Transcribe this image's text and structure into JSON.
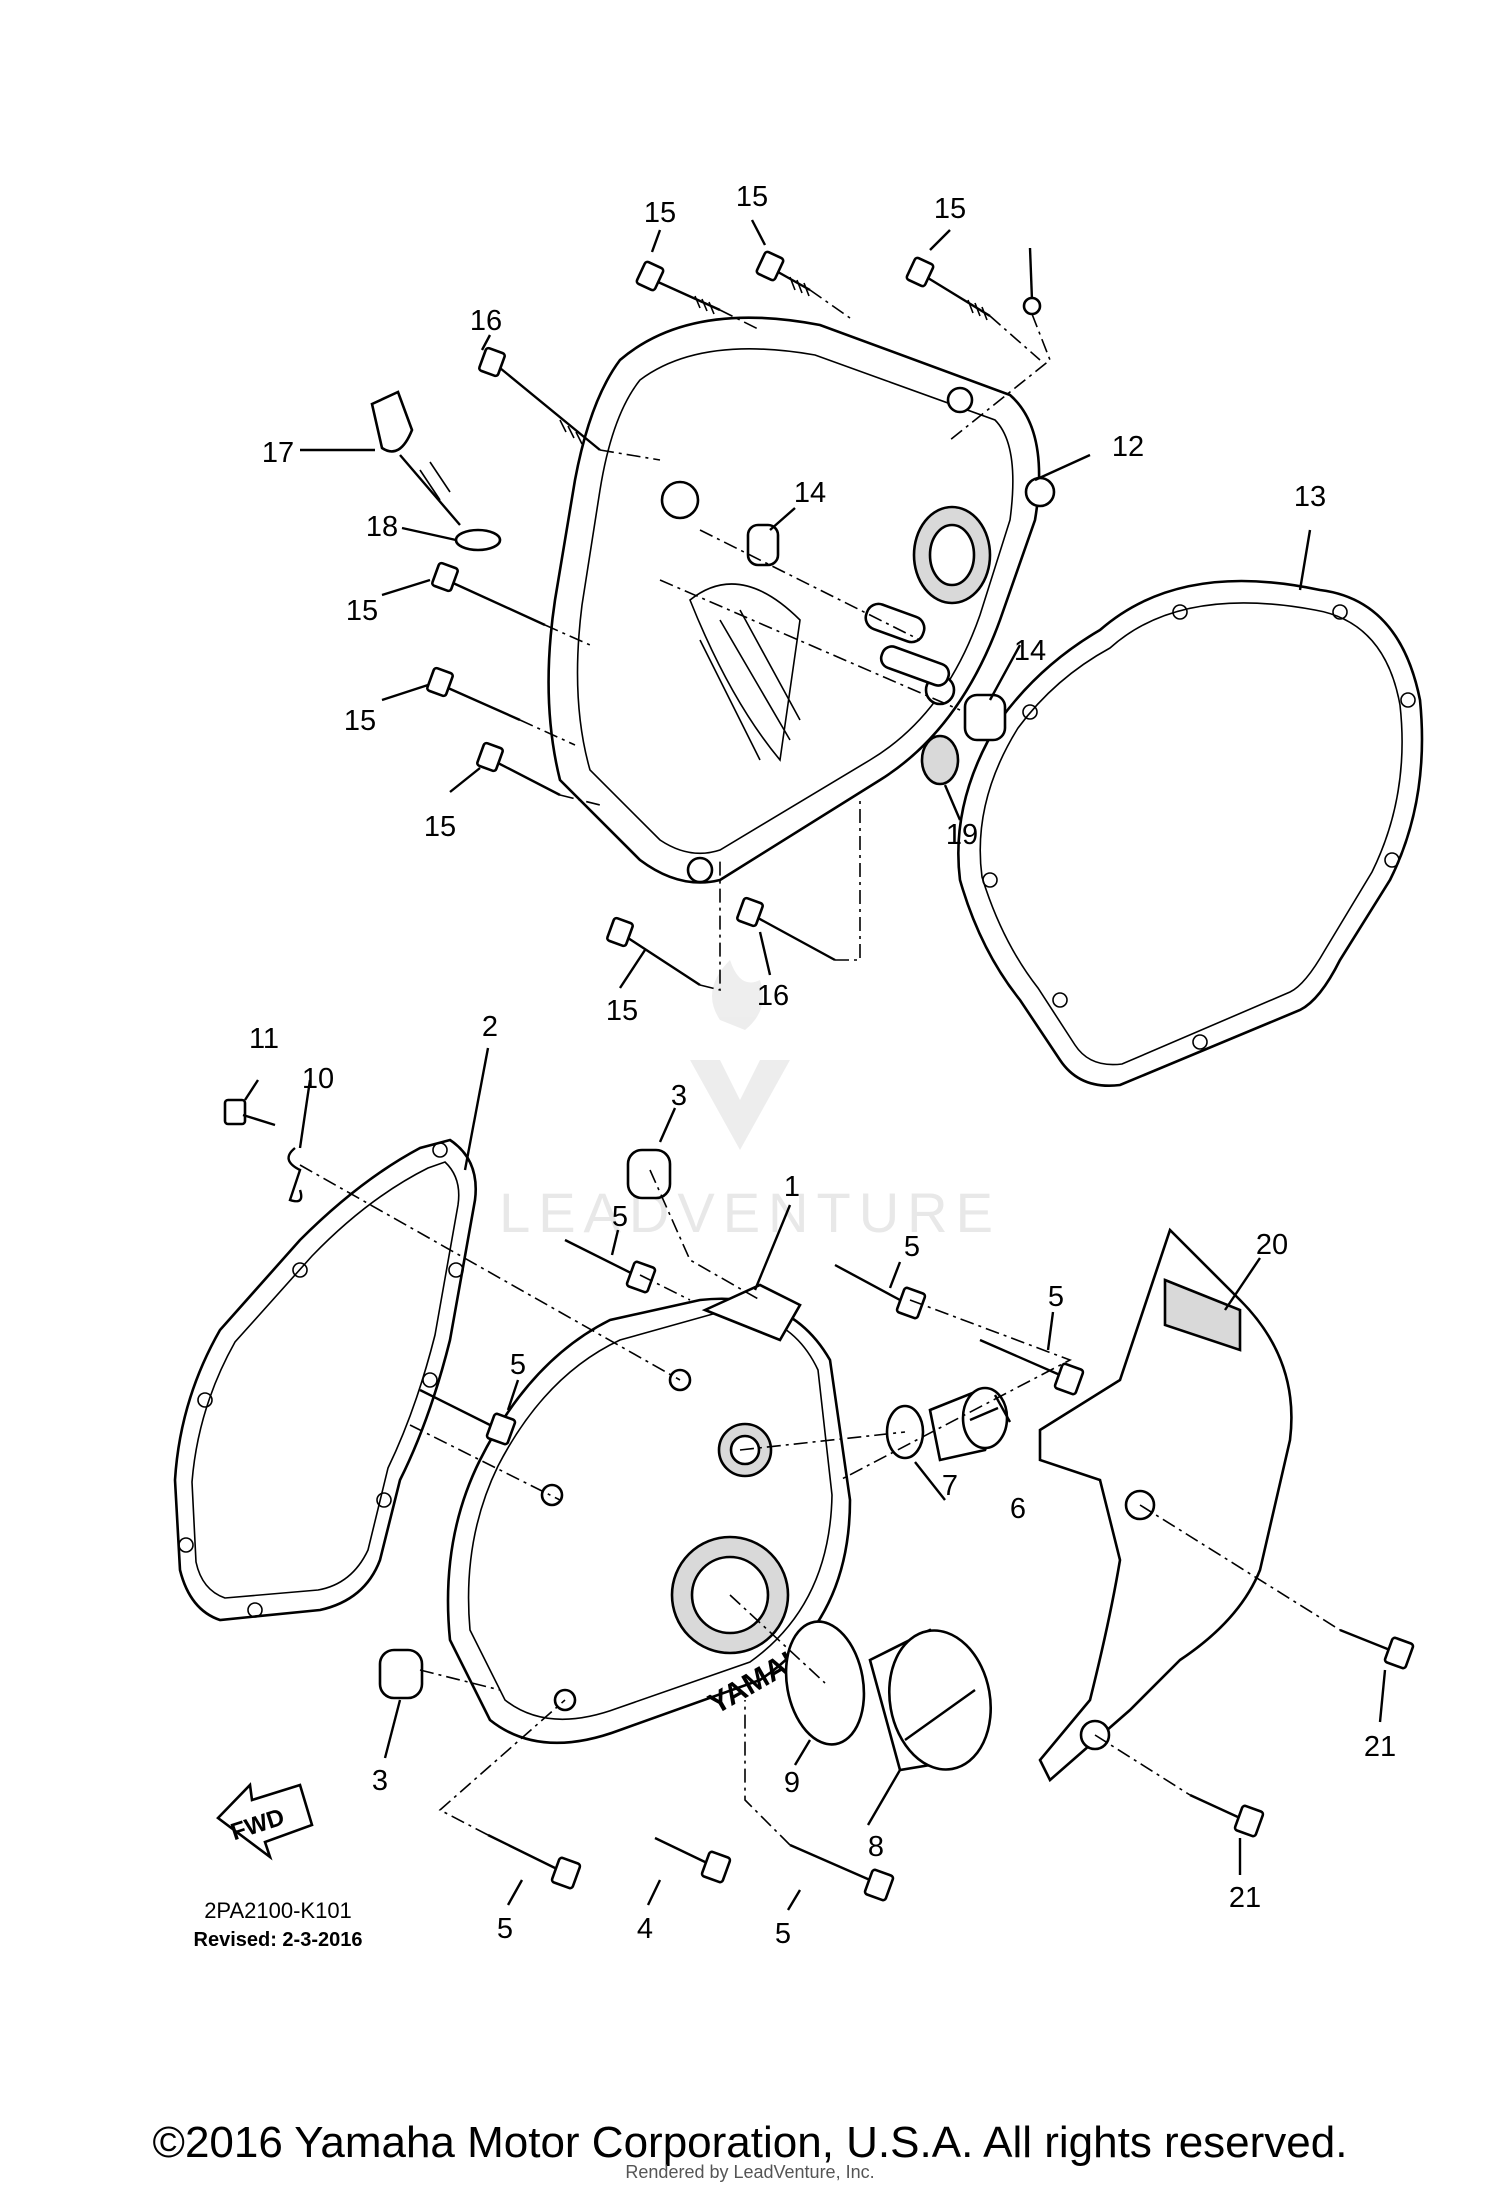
{
  "diagram": {
    "code": "2PA2100-K101",
    "revised": "Revised: 2-3-2016",
    "fwd_label": "FWD",
    "cover_brand": "YAMAHA",
    "watermark": "LEADVENTURE"
  },
  "callouts": {
    "c1": "1",
    "c2": "2",
    "c3a": "3",
    "c3b": "3",
    "c4": "4",
    "c5a": "5",
    "c5b": "5",
    "c5c": "5",
    "c5d": "5",
    "c5e": "5",
    "c5f": "5",
    "c6": "6",
    "c7": "7",
    "c8": "8",
    "c9": "9",
    "c10": "10",
    "c11": "11",
    "c12": "12",
    "c13": "13",
    "c14a": "14",
    "c14b": "14",
    "c15a": "15",
    "c15b": "15",
    "c15c": "15",
    "c15d": "15",
    "c15e": "15",
    "c15f": "15",
    "c15g": "15",
    "c16a": "16",
    "c16b": "16",
    "c17": "17",
    "c18": "18",
    "c19": "19",
    "c20": "20",
    "c21a": "21",
    "c21b": "21"
  },
  "footer": {
    "copyright": "©2016 Yamaha Motor Corporation, U.S.A. All rights reserved.",
    "rendered_by": "Rendered by LeadVenture, Inc."
  }
}
